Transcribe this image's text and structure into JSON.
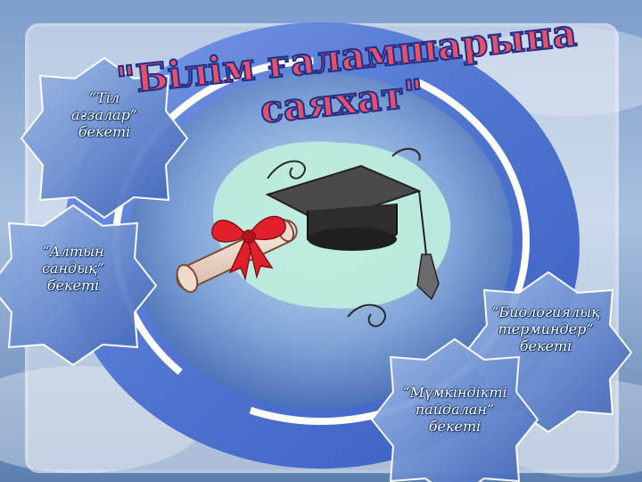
{
  "title": {
    "line1": "\"Білім ғаламшарына",
    "line2": "саяхат\""
  },
  "stations": {
    "tree": {
      "line1": "“Тіл",
      "line2": "ағзалар”",
      "line3": "бекеті"
    },
    "chest": {
      "line1": "“Алтын",
      "line2": "сандық”",
      "line3": "бекеті"
    },
    "bio": {
      "line1": "“Биологиялық",
      "line2": "терминдер”",
      "line3": "бекеті"
    },
    "chance": {
      "line1": "“Мүмкіндікті",
      "line2": "пайдалан”",
      "line3": "бекеті"
    }
  },
  "colors": {
    "ring": "#5f82d6",
    "title_fill": "#e8506a",
    "title_stroke": "#1c2f8a",
    "ribbon": "#e0202a"
  },
  "icons": [
    "graduation-cap-icon",
    "diploma-scroll-icon",
    "ribbon-bow-icon"
  ]
}
